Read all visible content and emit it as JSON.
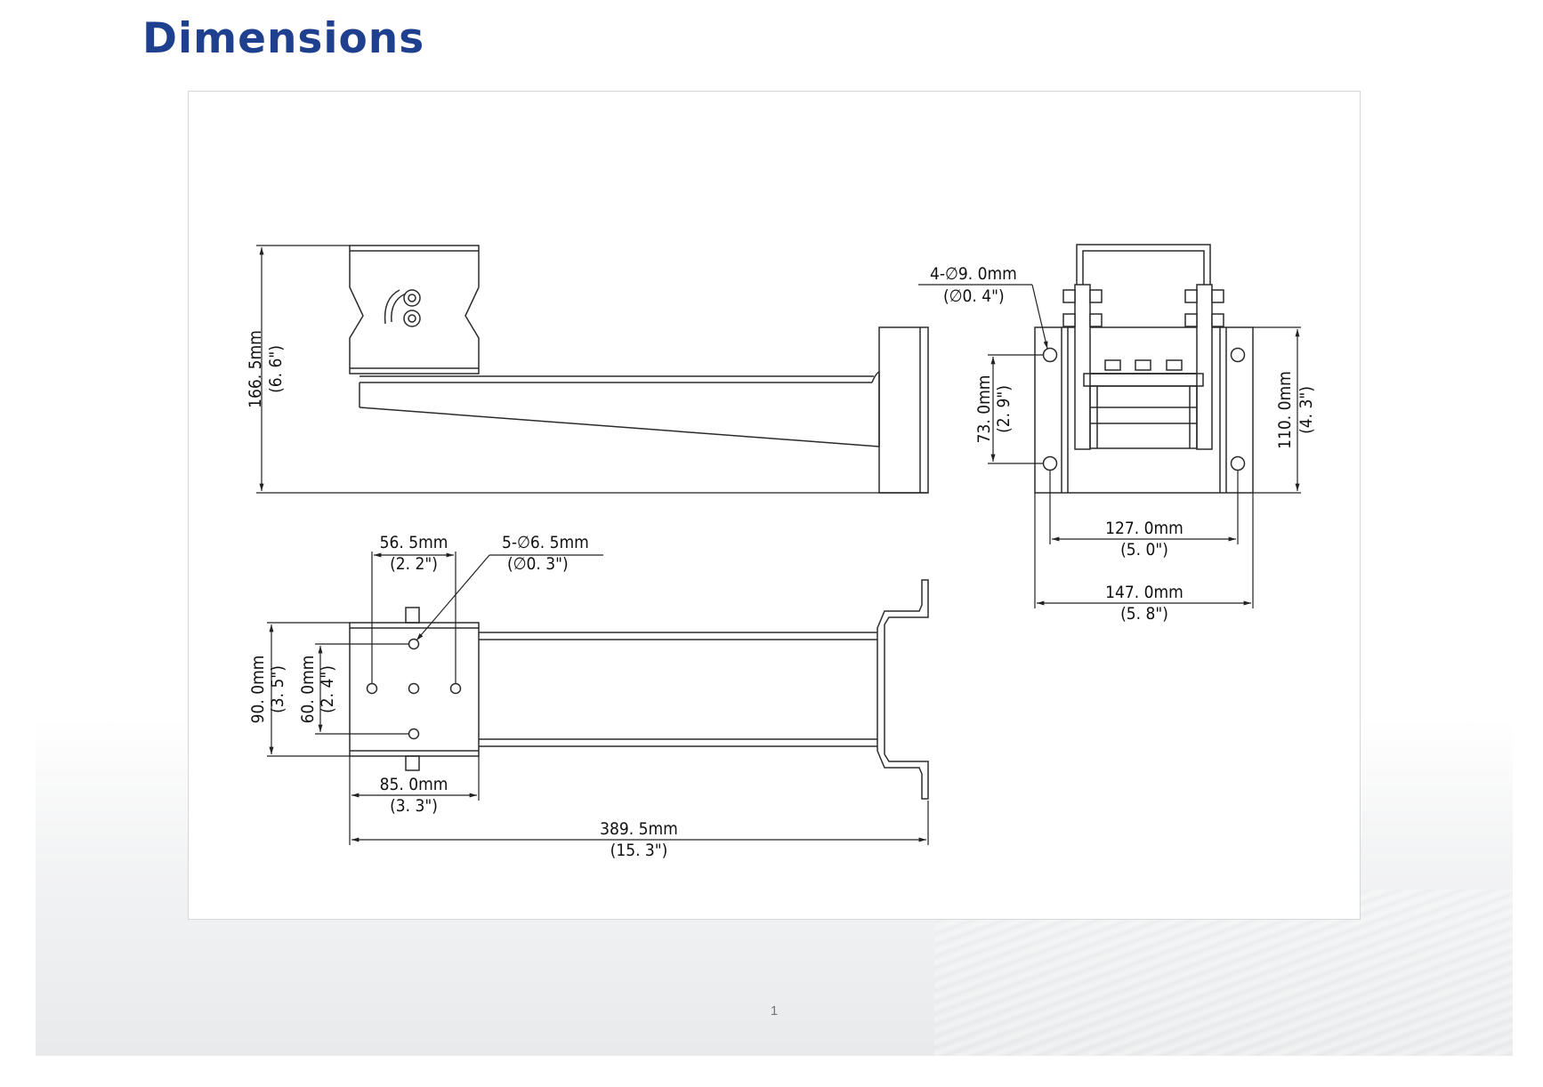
{
  "page": {
    "title": "Dimensions",
    "page_number": "1"
  },
  "drawing": {
    "side_view": {
      "height": "166. 5mm",
      "height_in": "(6. 6\")"
    },
    "top_view": {
      "hole_spacing": "56. 5mm",
      "hole_spacing_in": "(2. 2\")",
      "holes": "5-∅6. 5mm",
      "holes_in": "(∅0. 3\")",
      "width": "90. 0mm",
      "width_in": "(3. 5\")",
      "inner_spacing": "60. 0mm",
      "inner_spacing_in": "(2. 4\")",
      "plate_length": "85. 0mm",
      "plate_length_in": "(3. 3\")",
      "total_length": "389. 5mm",
      "total_length_in": "(15. 3\")"
    },
    "end_view": {
      "holes": "4-∅9. 0mm",
      "holes_in": "(∅0. 4\")",
      "vertical_spacing": "73. 0mm",
      "vertical_spacing_in": "(2. 9\")",
      "plate_height": "110. 0mm",
      "plate_height_in": "(4. 3\")",
      "horizontal_spacing": "127. 0mm",
      "horizontal_spacing_in": "(5. 0\")",
      "plate_width": "147. 0mm",
      "plate_width_in": "(5. 8\")"
    }
  }
}
